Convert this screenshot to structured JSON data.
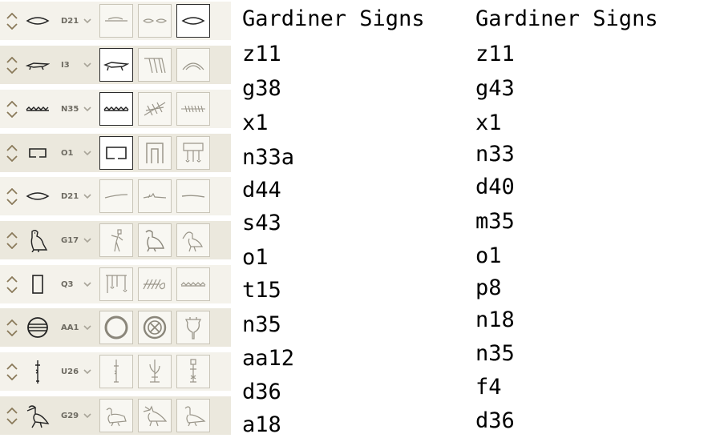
{
  "rows": [
    {
      "code": "D21",
      "selected_icon": "mouth-glyph-icon",
      "candidates": [
        {
          "icon": "reed-hieroglyph-icon",
          "selected": false
        },
        {
          "icon": "eyes-hieroglyph-icon",
          "selected": false
        },
        {
          "icon": "mouth-hieroglyph-icon",
          "selected": true
        }
      ]
    },
    {
      "code": "I3",
      "selected_icon": "crocodile-glyph-icon",
      "candidates": [
        {
          "icon": "crocodile-hieroglyph-icon",
          "selected": true
        },
        {
          "icon": "stairs-hieroglyph-icon",
          "selected": false
        },
        {
          "icon": "arch-hieroglyph-icon",
          "selected": false
        }
      ]
    },
    {
      "code": "N35",
      "selected_icon": "water-ripple-glyph-icon",
      "candidates": [
        {
          "icon": "water-ripple-hieroglyph-icon",
          "selected": true
        },
        {
          "icon": "hatched-plant-hieroglyph-icon",
          "selected": false
        },
        {
          "icon": "branch-hieroglyph-icon",
          "selected": false
        }
      ]
    },
    {
      "code": "O1",
      "selected_icon": "house-glyph-icon",
      "candidates": [
        {
          "icon": "house-hieroglyph-icon",
          "selected": true
        },
        {
          "icon": "enclosure-hieroglyph-icon",
          "selected": false
        },
        {
          "icon": "tools-hieroglyph-icon",
          "selected": false
        }
      ]
    },
    {
      "code": "D21",
      "selected_icon": "mouth-glyph-icon",
      "candidates": [
        {
          "icon": "thin-line-hieroglyph-icon",
          "selected": false
        },
        {
          "icon": "lying-figure-hieroglyph-icon",
          "selected": false
        },
        {
          "icon": "curve-hieroglyph-icon",
          "selected": false
        }
      ]
    },
    {
      "code": "G17",
      "selected_icon": "owl-glyph-icon",
      "candidates": [
        {
          "icon": "standing-man-hieroglyph-icon",
          "selected": false
        },
        {
          "icon": "vulture-hieroglyph-icon",
          "selected": false
        },
        {
          "icon": "ibis-hieroglyph-icon",
          "selected": false
        }
      ]
    },
    {
      "code": "Q3",
      "selected_icon": "stool-glyph-icon",
      "candidates": [
        {
          "icon": "frame-hieroglyph-icon",
          "selected": false
        },
        {
          "icon": "hatched-loop-hieroglyph-icon",
          "selected": false
        },
        {
          "icon": "ripple-hieroglyph-icon",
          "selected": false
        }
      ]
    },
    {
      "code": "AA1",
      "selected_icon": "placenta-glyph-icon",
      "candidates": [
        {
          "icon": "circle-hieroglyph-icon",
          "selected": false
        },
        {
          "icon": "crossed-circle-hieroglyph-icon",
          "selected": false
        },
        {
          "icon": "heart-hieroglyph-icon",
          "selected": false
        }
      ]
    },
    {
      "code": "U26",
      "selected_icon": "drill-glyph-icon",
      "candidates": [
        {
          "icon": "drill-hieroglyph-icon",
          "selected": false
        },
        {
          "icon": "plant-stem-hieroglyph-icon",
          "selected": false
        },
        {
          "icon": "key-hieroglyph-icon",
          "selected": false
        }
      ]
    },
    {
      "code": "G29",
      "selected_icon": "jabiru-glyph-icon",
      "candidates": [
        {
          "icon": "duck-hieroglyph-icon",
          "selected": false
        },
        {
          "icon": "bird-flying-hieroglyph-icon",
          "selected": false
        },
        {
          "icon": "goose-hieroglyph-icon",
          "selected": false
        }
      ]
    }
  ],
  "column1": {
    "header": "Gardiner Signs",
    "values": [
      "z11",
      "g38",
      "x1",
      "n33a",
      "d44",
      "s43",
      "o1",
      "t15",
      "n35",
      "aa12",
      "d36",
      "a18"
    ]
  },
  "column2": {
    "header": "Gardiner Signs",
    "values": [
      "z11",
      "g43",
      "x1",
      "n33",
      "d40",
      "m35",
      "o1",
      "p8",
      "n18",
      "n35",
      "f4",
      "d36"
    ]
  }
}
